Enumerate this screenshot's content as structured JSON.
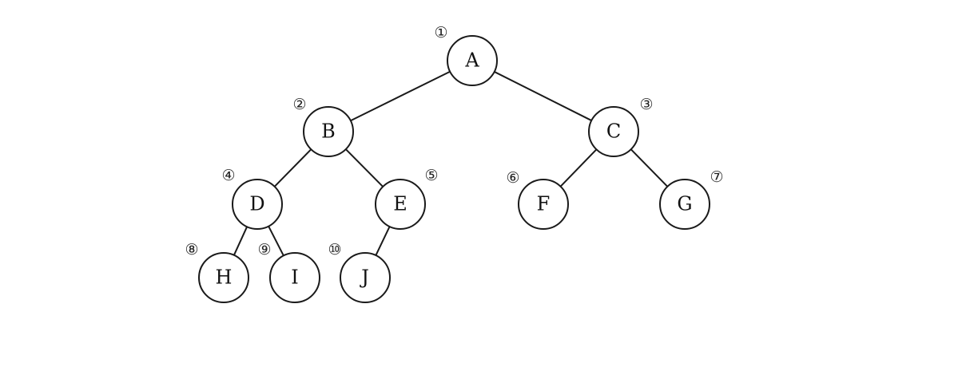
{
  "diagram": {
    "type": "binary-tree",
    "nodes": [
      {
        "id": "A",
        "label": "A",
        "index": "①"
      },
      {
        "id": "B",
        "label": "B",
        "index": "②"
      },
      {
        "id": "C",
        "label": "C",
        "index": "③"
      },
      {
        "id": "D",
        "label": "D",
        "index": "④"
      },
      {
        "id": "E",
        "label": "E",
        "index": "⑤"
      },
      {
        "id": "F",
        "label": "F",
        "index": "⑥"
      },
      {
        "id": "G",
        "label": "G",
        "index": "⑦"
      },
      {
        "id": "H",
        "label": "H",
        "index": "⑧"
      },
      {
        "id": "I",
        "label": "I",
        "index": "⑨"
      },
      {
        "id": "J",
        "label": "J",
        "index": "⑩"
      }
    ],
    "edges": [
      {
        "from": "A",
        "to": "B"
      },
      {
        "from": "A",
        "to": "C"
      },
      {
        "from": "B",
        "to": "D"
      },
      {
        "from": "B",
        "to": "E"
      },
      {
        "from": "C",
        "to": "F"
      },
      {
        "from": "C",
        "to": "G"
      },
      {
        "from": "D",
        "to": "H"
      },
      {
        "from": "D",
        "to": "I"
      },
      {
        "from": "E",
        "to": "J"
      }
    ]
  }
}
